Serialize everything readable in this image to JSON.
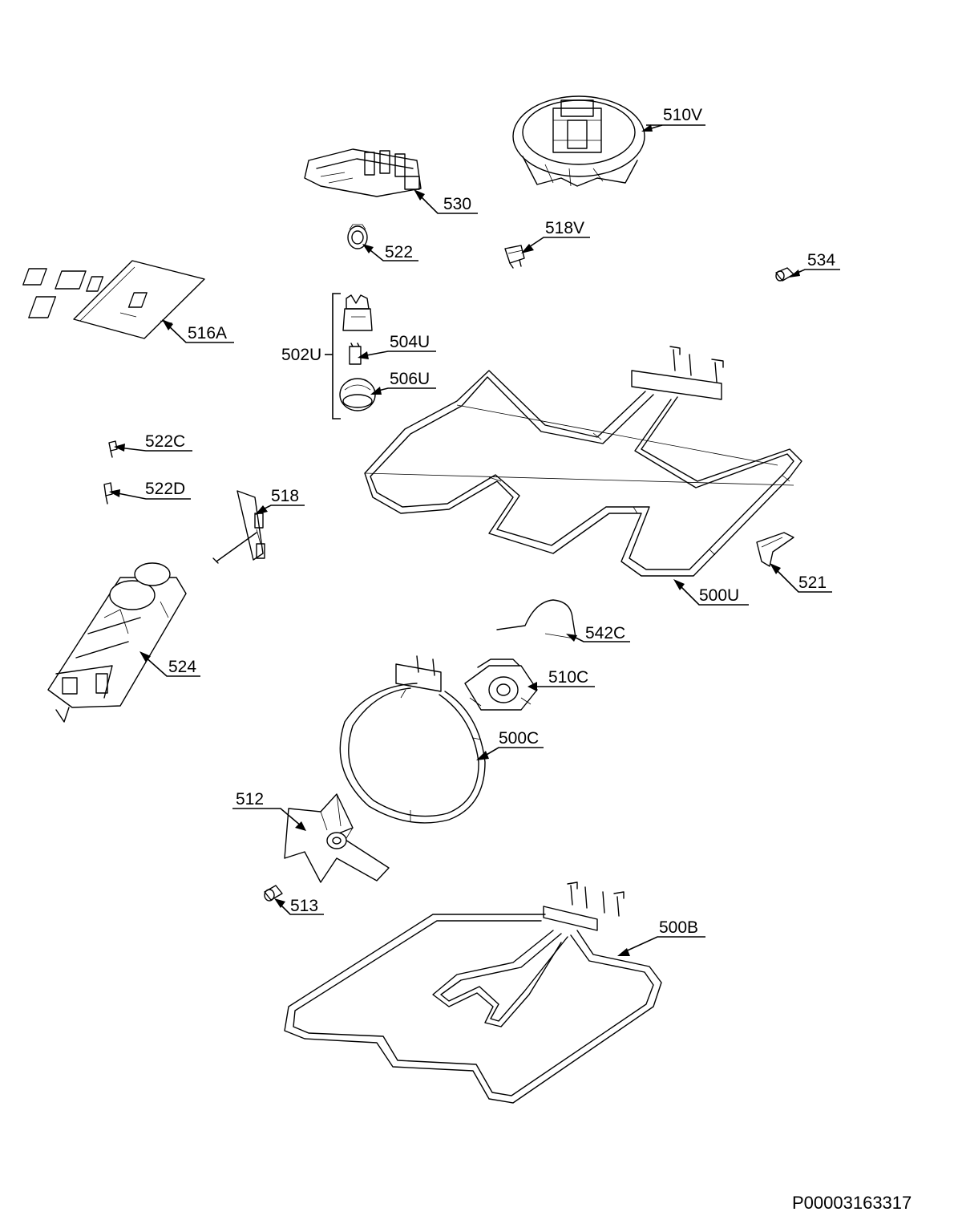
{
  "labels": {
    "l510V": "510V",
    "l530": "530",
    "l518V": "518V",
    "l522": "522",
    "l534": "534",
    "l516A": "516A",
    "l502U": "502U",
    "l504U": "504U",
    "l506U": "506U",
    "l522C": "522C",
    "l522D": "522D",
    "l518": "518",
    "l500U": "500U",
    "l521": "521",
    "l524": "524",
    "l542C": "542C",
    "l510C": "510C",
    "l500C": "500C",
    "l512": "512",
    "l513": "513",
    "l500B": "500B"
  },
  "document_id": "P00003163317"
}
